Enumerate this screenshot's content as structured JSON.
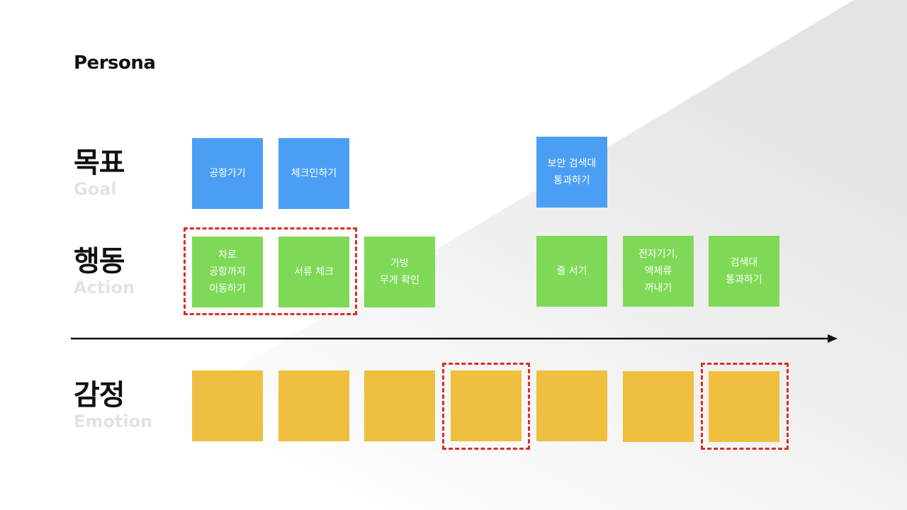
{
  "title": "Persona",
  "rows": {
    "goal": {
      "ko": "목표",
      "en": "Goal"
    },
    "action": {
      "ko": "행동",
      "en": "Action"
    },
    "emotion": {
      "ko": "감정",
      "en": "Emotion"
    }
  },
  "goal_cards": [
    "공항가기",
    "체크인하기",
    "보안 검색대\n통과하기"
  ],
  "action_cards": [
    "차로\n공항까지\n이동하기",
    "서류 체크",
    "가방\n무게 확인",
    "줄 서기",
    "전자기기,\n액체류\n꺼내기",
    "검색대\n통과하기"
  ],
  "colors": {
    "goal": "#4a9ff5",
    "action": "#7ed957",
    "emotion": "#efbf3f",
    "highlight": "#d93025",
    "arrow": "#111111"
  }
}
